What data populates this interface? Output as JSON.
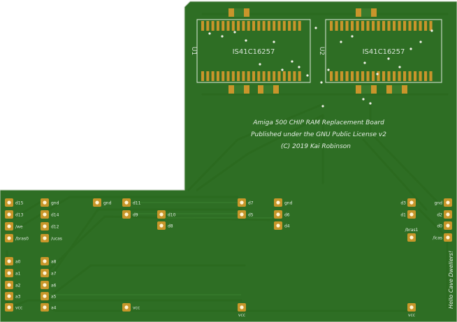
{
  "board": {
    "title": "Amiga 500 CHIP RAM Replacement Board",
    "license": "Published under the GNU Public License v2",
    "copyright": "(C) 2019 Kai Robinson",
    "greeting": "Hello Cave Dwellers!"
  },
  "chips": [
    {
      "ref": "U1",
      "part": "IS41C16257"
    },
    {
      "ref": "U2",
      "part": "IS41C16257"
    }
  ],
  "pads_left": [
    [
      "d15",
      "gnd"
    ],
    [
      "d13",
      "d14"
    ],
    [
      "/we",
      "d12"
    ],
    [
      "/bras0",
      "/ucas"
    ],
    [
      "a0",
      "a8"
    ],
    [
      "a1",
      "a7"
    ],
    [
      "a2",
      "a6"
    ],
    [
      "a3",
      "a5"
    ],
    [
      "vcc",
      "a4"
    ]
  ],
  "pads_mid": [
    "gnd",
    "d11",
    "d9",
    "d10",
    "d8",
    "d7",
    "d5",
    "gnd",
    "d6",
    "d4",
    "vcc",
    "vcc"
  ],
  "pads_right": [
    "d3",
    "d1",
    "/bras1",
    "gnd",
    "d2",
    "d0",
    "/lcas",
    "vcc"
  ],
  "colors": {
    "board": "#2e6e24",
    "trace": "#2b6a1f",
    "pad": "#c8962a",
    "silkscreen": "#e6efe6"
  }
}
